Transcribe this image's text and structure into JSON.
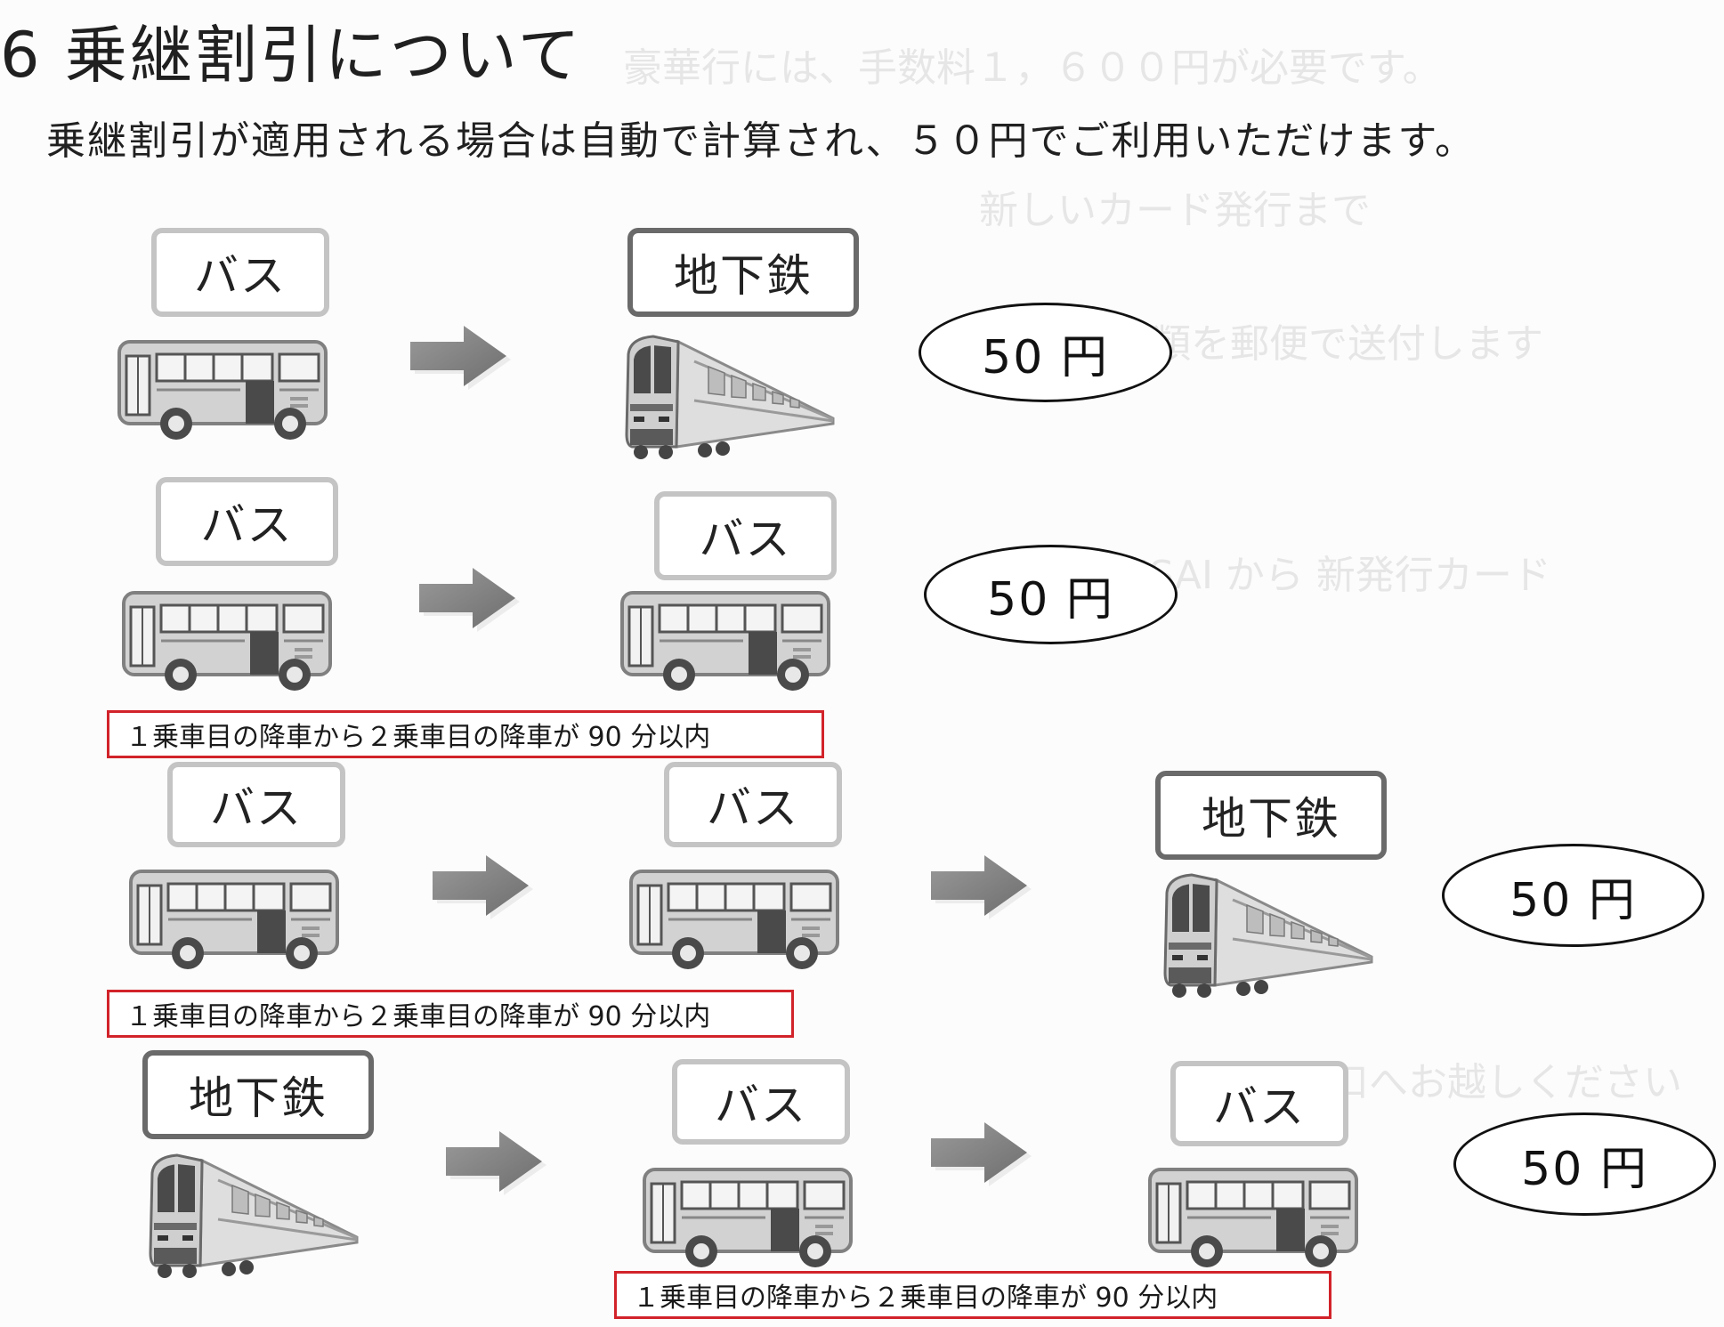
{
  "title": "6 乗継割引について",
  "subtitle": "乗継割引が適用される場合は自動で計算され、５０円でご利用いただけます。",
  "labels": {
    "bus": "バス",
    "subway": "地下鉄"
  },
  "price": "50 円",
  "note": "１乗車目の降車から２乗車目の降車が 90 分以内",
  "colors": {
    "note_border": "#d2232a",
    "label_border": "#c4c4c4",
    "label_border_dark": "#6a6a6a"
  },
  "icons": [
    "bus-icon",
    "subway-train-icon",
    "right-arrow-icon"
  ]
}
